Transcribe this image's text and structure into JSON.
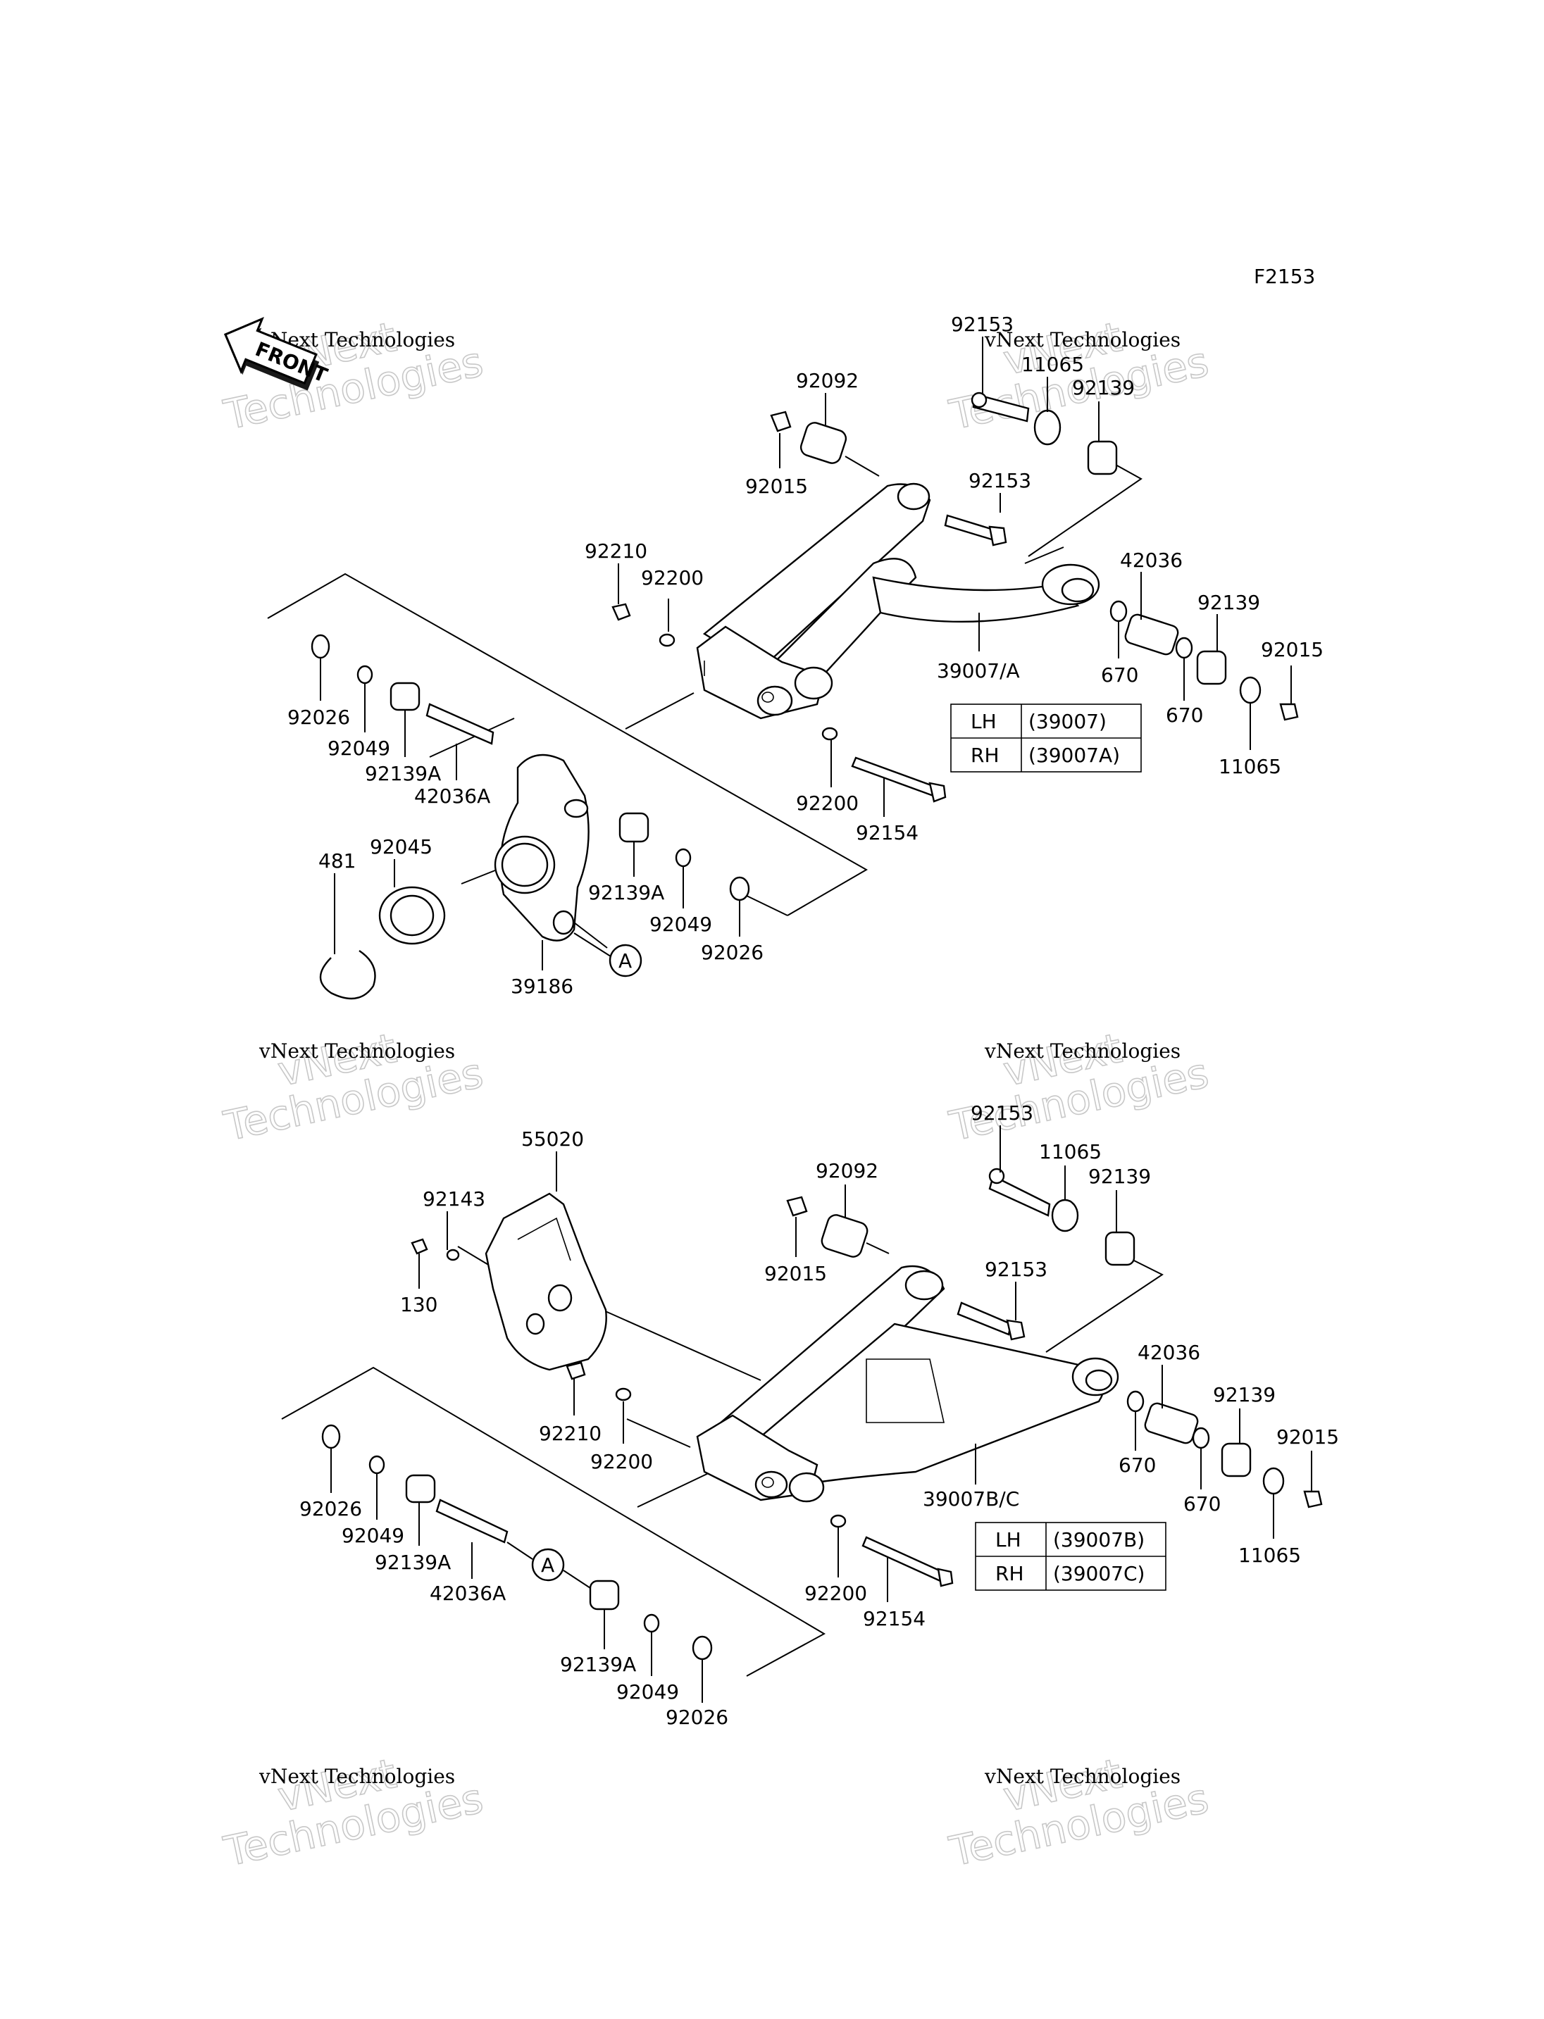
{
  "diagram_code": "F2153",
  "front_label": "FRONT",
  "watermark_small": "vNext Technologies",
  "watermark_large_1": "vNext",
  "watermark_large_2": "Technologies",
  "top": {
    "labels": {
      "p92153a": "92153",
      "p11065a": "11065",
      "p92139a": "92139",
      "p92092": "92092",
      "p92015a": "92015",
      "p92153b": "92153",
      "p92210": "92210",
      "p92200a": "92200",
      "p42036": "42036",
      "p92139b": "92139",
      "p92015b": "92015",
      "p39007": "39007/A",
      "p670a": "670",
      "p670b": "670",
      "p11065b": "11065",
      "p92026a": "92026",
      "p92049a": "92049",
      "p92139Aa": "92139A",
      "p42036A": "42036A",
      "p92200b": "92200",
      "p92154": "92154",
      "p92045": "92045",
      "p481": "481",
      "p92139Ab": "92139A",
      "p92049b": "92049",
      "p92026b": "92026",
      "p39186": "39186",
      "circleA": "A"
    },
    "table": [
      {
        "side": "LH",
        "part": "(39007)"
      },
      {
        "side": "RH",
        "part": "(39007A)"
      }
    ]
  },
  "bottom": {
    "labels": {
      "p55020": "55020",
      "p92143": "92143",
      "p130": "130",
      "p92092": "92092",
      "p92015a": "92015",
      "p92153a": "92153",
      "p11065a": "11065",
      "p92139a": "92139",
      "p92153b": "92153",
      "p42036": "42036",
      "p92139b": "92139",
      "p92015b": "92015",
      "p92210": "92210",
      "p92200a": "92200",
      "p670a": "670",
      "p670b": "670",
      "p11065b": "11065",
      "p39007BC": "39007B/C",
      "p92026a": "92026",
      "p92049a": "92049",
      "p92139Aa": "92139A",
      "p42036A": "42036A",
      "p92200b": "92200",
      "p92154": "92154",
      "p92139Ab": "92139A",
      "p92049b": "92049",
      "p92026b": "92026",
      "circleA": "A"
    },
    "table": [
      {
        "side": "LH",
        "part": "(39007B)"
      },
      {
        "side": "RH",
        "part": "(39007C)"
      }
    ]
  }
}
